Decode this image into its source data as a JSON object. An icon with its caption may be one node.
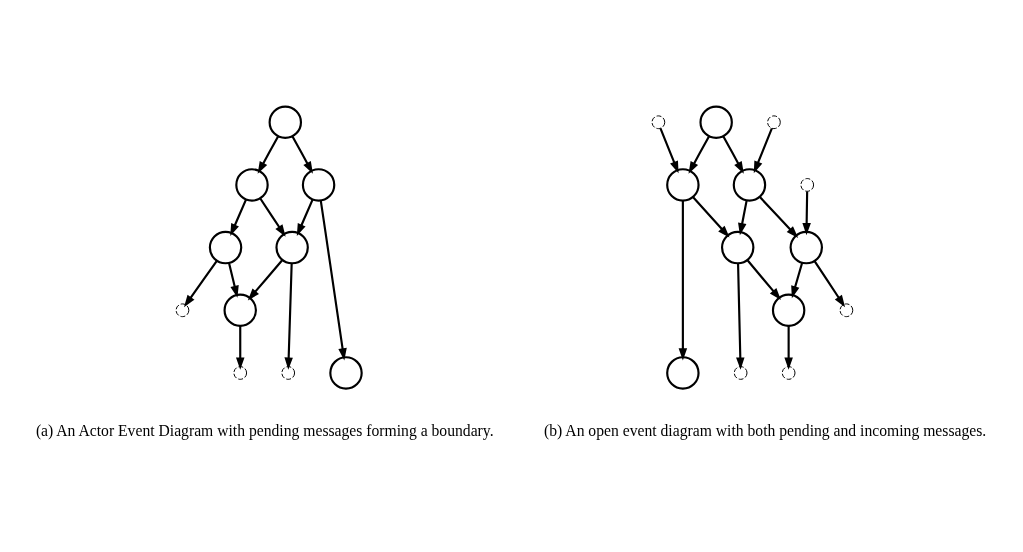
{
  "diagram": {
    "nodes": [
      {
        "text": [],
        "shape": "circle"
      },
      {
        "text": [],
        "shape": "circle"
      },
      {
        "text": [],
        "shape": "circle"
      },
      {
        "text": [],
        "shape": "circle"
      },
      {
        "text": [],
        "shape": "circle"
      },
      {
        "text": [],
        "shape": "circle"
      },
      {
        "text": [],
        "shape": "circle"
      },
      {
        "text": [],
        "shape": "circle"
      },
      {
        "text": [],
        "shape": "circle"
      },
      {
        "text": [],
        "shape": "circle"
      },
      {
        "text": [],
        "shape": "circle"
      },
      {
        "text": [],
        "shape": "circle"
      },
      {
        "text": [],
        "shape": "circle"
      },
      {
        "text": [],
        "shape": "circle"
      },
      {
        "text": [],
        "shape": "circle"
      },
      {
        "text": [],
        "shape": "circle"
      },
      {
        "text": [],
        "shape": "circle"
      },
      {
        "text": [],
        "shape": "circle"
      },
      {
        "text": [],
        "shape": "circle"
      },
      {
        "text": [],
        "shape": "circle"
      },
      {
        "text": [],
        "shape": "circle"
      },
      {
        "text": [],
        "shape": "circle"
      },
      {
        "text": [],
        "shape": "circle"
      }
    ],
    "edges": [
      {
        "from": 0,
        "to": 1,
        "arrow": "to"
      },
      {
        "from": 0,
        "to": 2,
        "arrow": "to"
      },
      {
        "from": 1,
        "to": 4,
        "arrow": "to"
      },
      {
        "from": 1,
        "to": 3,
        "arrow": "to"
      },
      {
        "from": 2,
        "to": 4,
        "arrow": "to"
      },
      {
        "from": 2,
        "to": 5,
        "arrow": "to"
      },
      {
        "from": 4,
        "to": 6,
        "arrow": "to"
      },
      {
        "from": 4,
        "to": 7,
        "arrow": "to"
      },
      {
        "from": 3,
        "to": 6,
        "arrow": "to"
      },
      {
        "from": 3,
        "to": 8,
        "arrow": "to"
      },
      {
        "from": 6,
        "to": 9,
        "arrow": "to"
      },
      {
        "from": 10,
        "to": 15,
        "arrow": "to"
      },
      {
        "from": 11,
        "to": 14,
        "arrow": "to"
      },
      {
        "from": 12,
        "to": 16,
        "arrow": "to"
      },
      {
        "from": 13,
        "to": 14,
        "arrow": "to"
      },
      {
        "from": 13,
        "to": 15,
        "arrow": "to"
      },
      {
        "from": 14,
        "to": 17,
        "arrow": "to"
      },
      {
        "from": 14,
        "to": 16,
        "arrow": "to"
      },
      {
        "from": 15,
        "to": 17,
        "arrow": "to"
      },
      {
        "from": 15,
        "to": 18,
        "arrow": "to"
      },
      {
        "from": 17,
        "to": 19,
        "arrow": "to"
      },
      {
        "from": 17,
        "to": 20,
        "arrow": "to"
      },
      {
        "from": 16,
        "to": 19,
        "arrow": "to"
      },
      {
        "from": 16,
        "to": 21,
        "arrow": "to"
      },
      {
        "from": 19,
        "to": 22,
        "arrow": "to"
      }
    ],
    "labels": [
      "(a) An Actor Event Diagram with pending messages forming a boundary.",
      "(b) An open event diagram with both pending and incoming messages."
    ]
  }
}
